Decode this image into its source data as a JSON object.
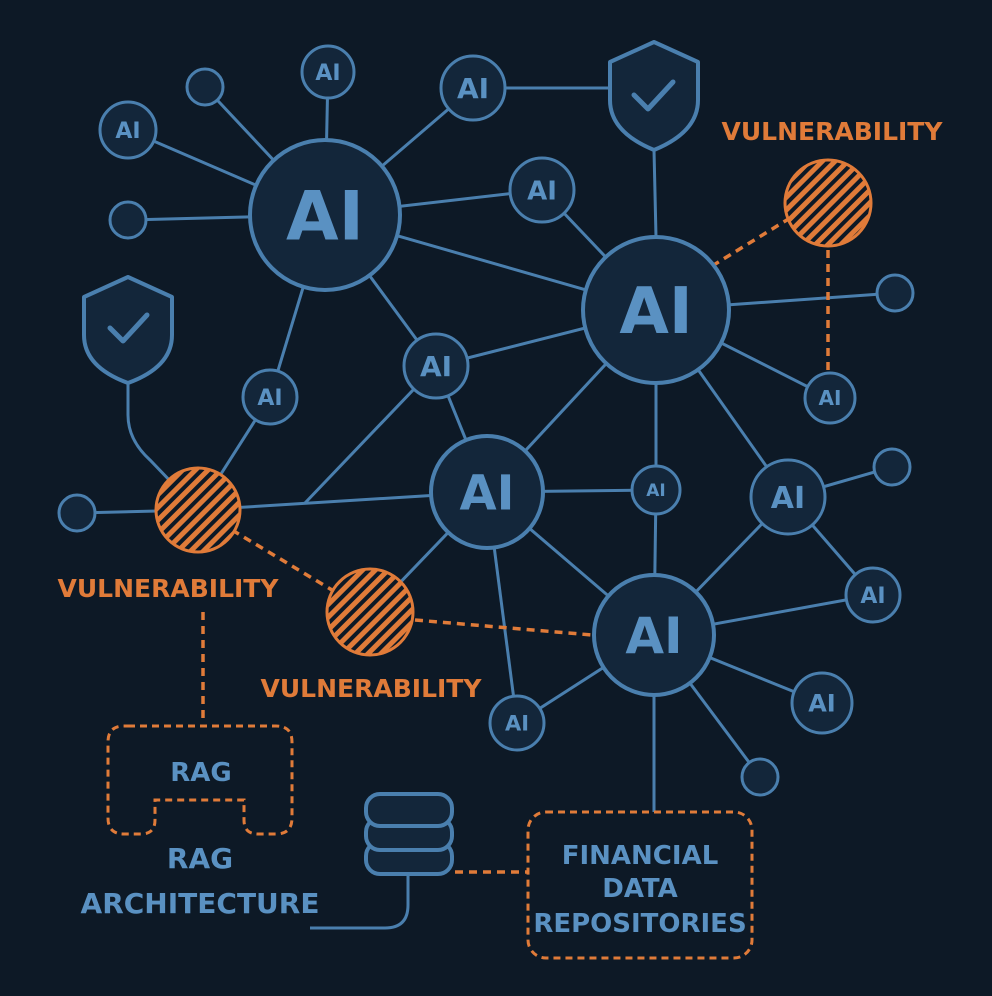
{
  "colors": {
    "background": "#0d1926",
    "network_blue": "#4a7fae",
    "node_fill": "#13263a",
    "label_blue": "#5a91c2",
    "vulnerability_orange": "#e07b39"
  },
  "icons": {
    "shield": "shield-check-icon",
    "database": "database-stack-icon",
    "vulnerability": "hatched-circle-icon"
  },
  "labels": {
    "ai": "AI",
    "vulnerability_top_right": "VULNERABILITY",
    "vulnerability_left": "VULNERABILITY",
    "vulnerability_center": "VULNERABILITY",
    "rag": "RAG",
    "rag_architecture_line1": "RAG",
    "rag_architecture_line2": "ARCHITECTURE",
    "financial_line1": "FINANCIAL",
    "financial_line2": "DATA",
    "financial_line3": "REPOSITORIES"
  }
}
